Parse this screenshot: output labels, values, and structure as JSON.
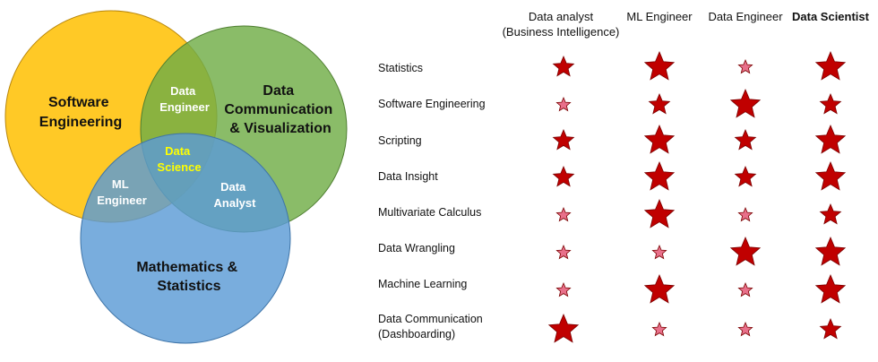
{
  "venn": {
    "circles": {
      "software": {
        "label_lines": [
          "Software",
          "Engineering"
        ],
        "color": "#FFC000"
      },
      "communication": {
        "label_lines": [
          "Data",
          "Communication",
          "& Visualization"
        ],
        "color": "#70AD47"
      },
      "mathematics": {
        "label_lines": [
          "Mathematics &",
          "Statistics"
        ],
        "color": "#5B9BD5"
      }
    },
    "intersections": {
      "data_engineer": [
        "Data",
        "Engineer"
      ],
      "ml_engineer": [
        "ML",
        "Engineer"
      ],
      "data_analyst": [
        "Data",
        "Analyst"
      ],
      "data_science": [
        "Data",
        "Science"
      ]
    },
    "data_science_color": "#FFFF00"
  },
  "table": {
    "roles": [
      {
        "lines": [
          "Data analyst",
          "(Business Intelligence)"
        ],
        "bold": false
      },
      {
        "lines": [
          "ML Engineer"
        ],
        "bold": false
      },
      {
        "lines": [
          "Data Engineer"
        ],
        "bold": false
      },
      {
        "lines": [
          "Data Scientist"
        ],
        "bold": true
      }
    ],
    "skills": [
      {
        "lines": [
          "Statistics"
        ],
        "levels": [
          2,
          3,
          1,
          3
        ]
      },
      {
        "lines": [
          "Software Engineering"
        ],
        "levels": [
          1,
          2,
          3,
          2
        ]
      },
      {
        "lines": [
          "Scripting"
        ],
        "levels": [
          2,
          3,
          2,
          3
        ]
      },
      {
        "lines": [
          "Data Insight"
        ],
        "levels": [
          2,
          3,
          2,
          3
        ]
      },
      {
        "lines": [
          "Multivariate Calculus"
        ],
        "levels": [
          1,
          3,
          1,
          2
        ]
      },
      {
        "lines": [
          "Data Wrangling"
        ],
        "levels": [
          1,
          1,
          3,
          3
        ]
      },
      {
        "lines": [
          "Machine Learning"
        ],
        "levels": [
          1,
          3,
          1,
          3
        ]
      },
      {
        "lines": [
          "Data Communication",
          "(Dashboarding)"
        ],
        "levels": [
          3,
          1,
          1,
          2
        ]
      }
    ],
    "star_colors": {
      "fill_dark": "#C00000",
      "fill_light": "#E8708A",
      "stroke": "#7A0000"
    }
  }
}
